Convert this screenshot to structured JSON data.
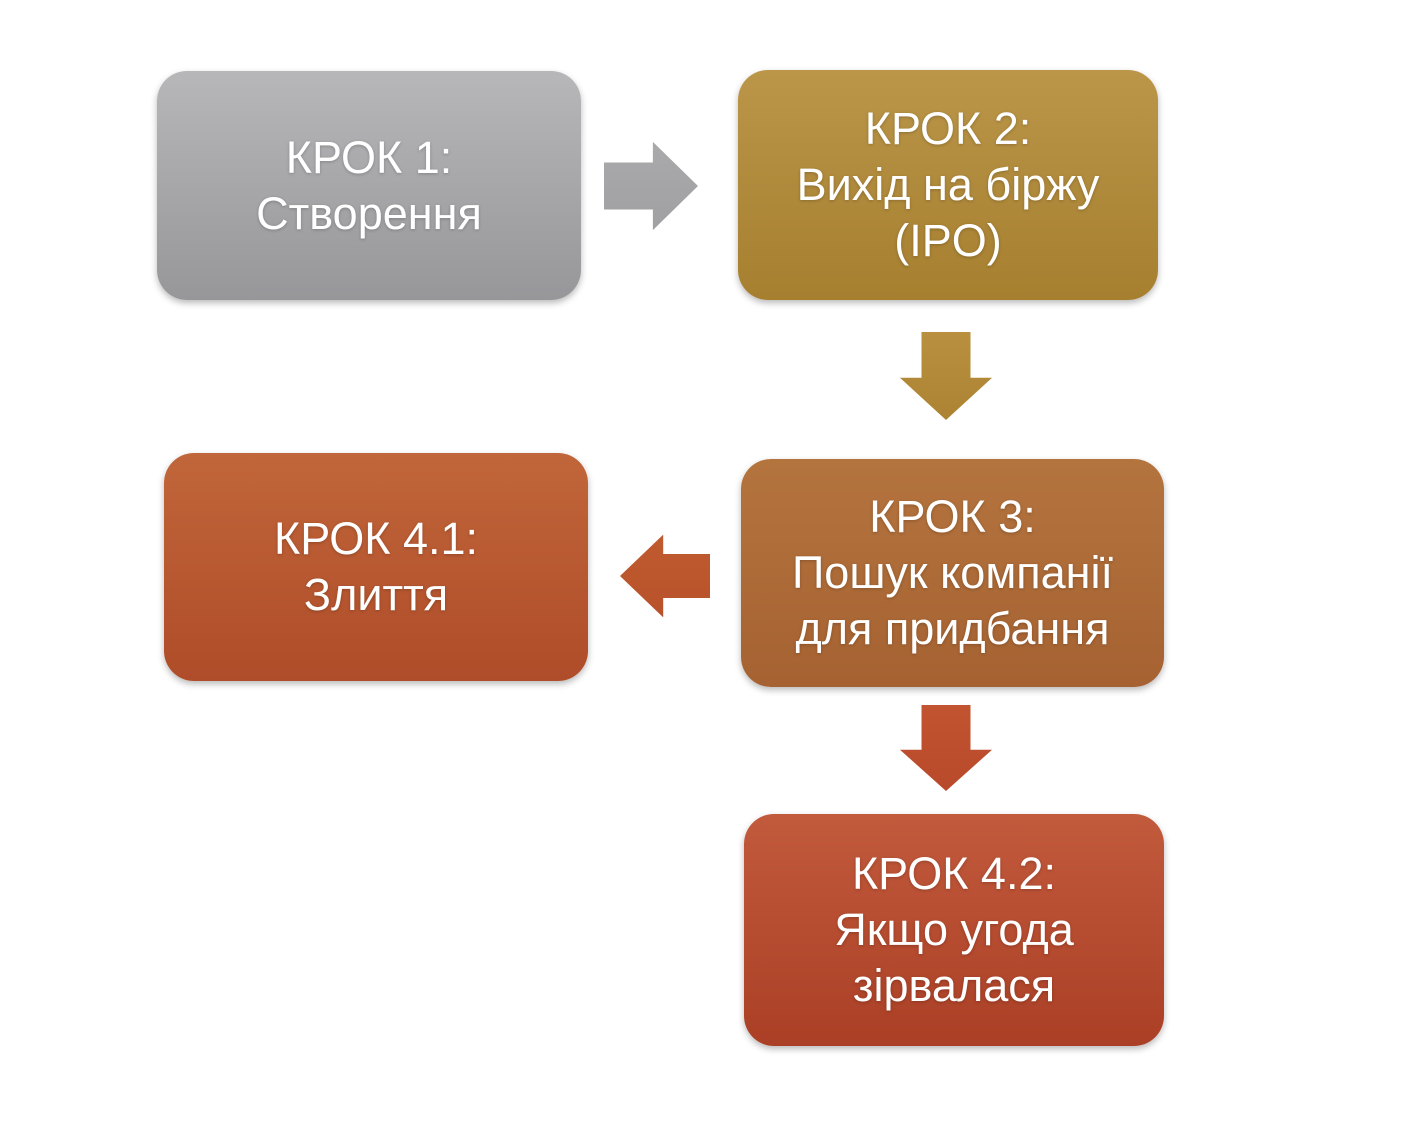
{
  "colors": {
    "background": "#ffffff",
    "text": "#ffffff",
    "step1_top": "#b7b7b9",
    "step1_bottom": "#97979a",
    "step2_top": "#bb9649",
    "step2_bottom": "#a67f2f",
    "step3_top": "#b4743e",
    "step3_bottom": "#a66232",
    "step41_top": "#c1663a",
    "step41_bottom": "#af4c29",
    "step42_top": "#c25a3c",
    "step42_bottom": "#aa3f25",
    "arrow1": "#aaaaac",
    "arrow1_dark": "#a0a0a2",
    "arrow2": "#b8903f",
    "arrow2_dark": "#ac8332",
    "arrow3": "#c05b2f",
    "arrow3_dark": "#b8512a",
    "arrow4": "#c25431",
    "arrow4_dark": "#b8492a"
  },
  "diagram": {
    "type": "flowchart",
    "language": "uk",
    "nodes": [
      {
        "id": "step1",
        "shape": "rounded-rect",
        "color_name": "gray",
        "lines": [
          "КРОК 1:",
          "Створення"
        ]
      },
      {
        "id": "step2",
        "shape": "rounded-rect",
        "color_name": "gold",
        "lines": [
          "КРОК 2:",
          "Вихід на біржу",
          "(IPO)"
        ]
      },
      {
        "id": "step3",
        "shape": "rounded-rect",
        "color_name": "brown",
        "lines": [
          "КРОК 3:",
          "Пошук компанії",
          "для придбання"
        ]
      },
      {
        "id": "step41",
        "shape": "rounded-rect",
        "color_name": "orange",
        "lines": [
          "КРОК 4.1:",
          "Злиття"
        ]
      },
      {
        "id": "step42",
        "shape": "rounded-rect",
        "color_name": "red",
        "lines": [
          "КРОК 4.2:",
          "Якщо угода",
          "зірвалася"
        ]
      }
    ],
    "edges": [
      {
        "from": "step1",
        "to": "step2",
        "direction": "right",
        "color_name": "gray"
      },
      {
        "from": "step2",
        "to": "step3",
        "direction": "down",
        "color_name": "gold"
      },
      {
        "from": "step3",
        "to": "step41",
        "direction": "left",
        "color_name": "orange"
      },
      {
        "from": "step3",
        "to": "step42",
        "direction": "down",
        "color_name": "red"
      }
    ]
  }
}
